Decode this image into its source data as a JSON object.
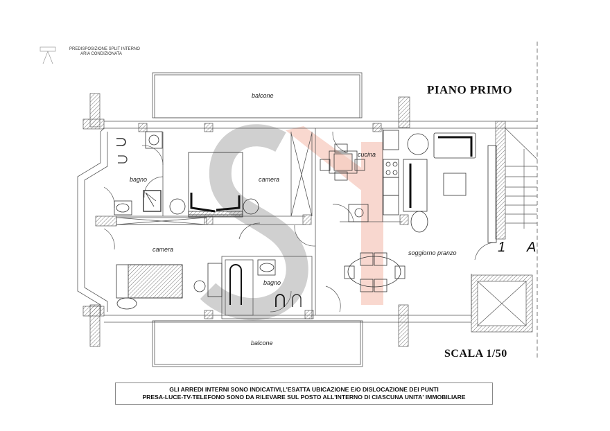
{
  "legend": {
    "symbol": "split-ac-icon",
    "line1": "PREDISPOSIZIONE SPLIT INTERNO",
    "line2": "ARIA CONDIZIONATA"
  },
  "header": {
    "floor_title": "PIANO PRIMO",
    "scale_label": "SCALA  1/50"
  },
  "rooms": {
    "balcone_top": "balcone",
    "balcone_bottom": "balcone",
    "bagno_1": "bagno",
    "camera_1": "camera",
    "cucina": "cucina",
    "camera_2": "camera",
    "bagno_2": "bagno",
    "soggiorno": "soggiorno pranzo"
  },
  "unit": {
    "number": "1",
    "letter": "A"
  },
  "notice": {
    "line1": "GLI ARREDI INTERNI SONO INDICATIVI,L'ESATTA UBICAZIONE  E/O DISLOCAZIONE DEI PUNTI",
    "line2": "PRESA-LUCE-TV-TELEFONO SONO DA RILEVARE SUL POSTO ALL'INTERNO DI CIASCUNA UNITA' IMMOBILIARE"
  },
  "watermark": {
    "text": "S1",
    "s_color": "#c8c8c8",
    "one_color": "#f4b8a8"
  },
  "colors": {
    "line": "#555555",
    "hatch": "#777777",
    "furniture_dark": "#111111"
  }
}
